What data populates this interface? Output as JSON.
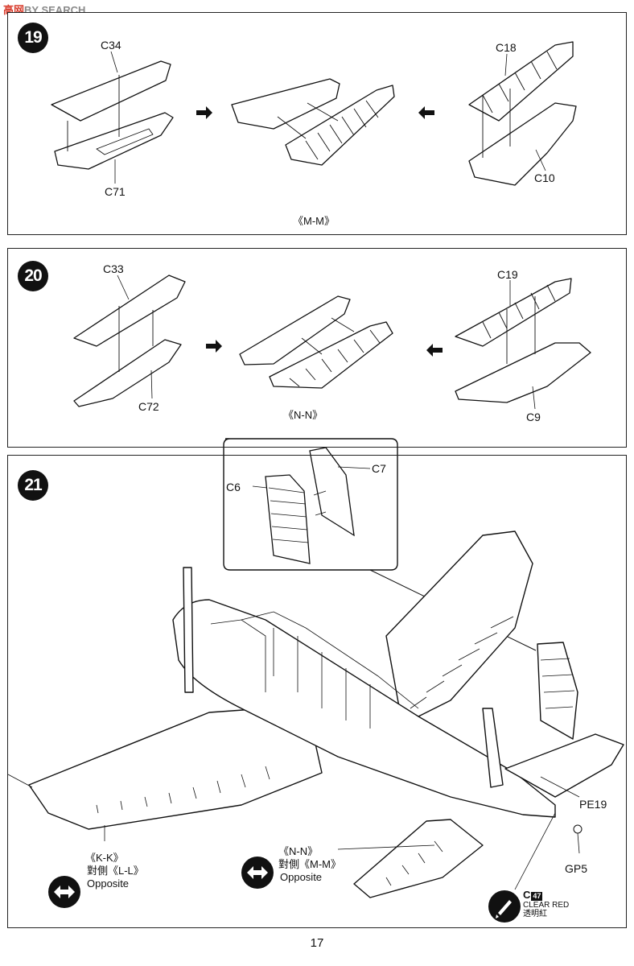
{
  "watermark": {
    "prefix": "高",
    "part2": "网",
    "suffix": "BY SEARCH"
  },
  "steps": [
    {
      "number": "19",
      "parts": [
        "C34",
        "C71",
        "C18",
        "C10"
      ],
      "caption": "《M-M》"
    },
    {
      "number": "20",
      "parts": [
        "C33",
        "C72",
        "C19",
        "C9"
      ],
      "caption": "《N-N》"
    },
    {
      "number": "21",
      "parts": [
        "C6",
        "C7",
        "PE19",
        "GP5"
      ]
    }
  ],
  "step21": {
    "opposite_left": {
      "line1": "《K-K》",
      "line2": "對側《L-L》",
      "line3": "Opposite"
    },
    "opposite_right": {
      "line1": "《N-N》",
      "line2": "對側《M-M》",
      "line3": "Opposite"
    },
    "paint": {
      "code": "C",
      "number": "47",
      "name": "CLEAR RED",
      "name_cn": "透明紅"
    }
  },
  "page_number": "17"
}
